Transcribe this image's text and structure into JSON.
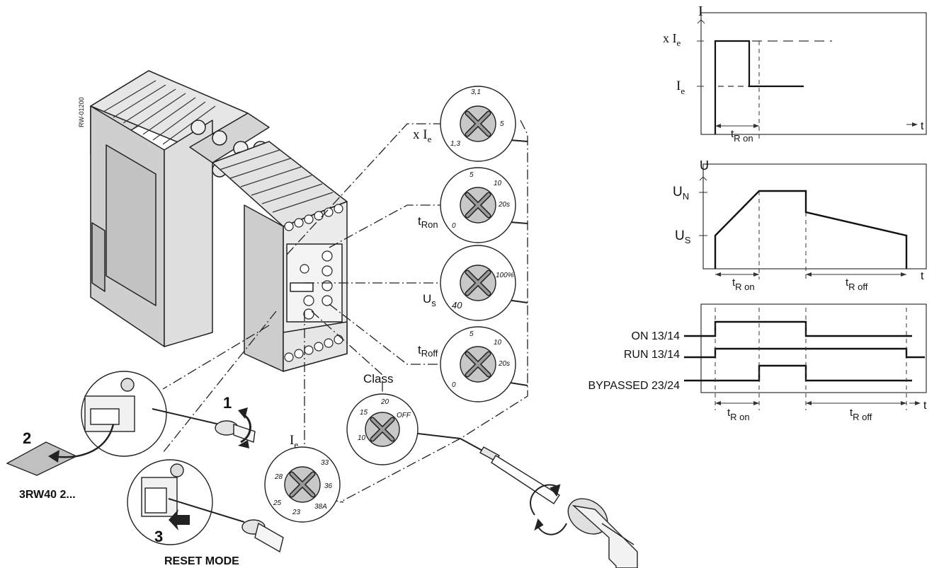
{
  "device": {
    "vertical_code": "RW-01200",
    "model": "3RW40 2...",
    "reset_label": "RESET MODE",
    "steps": [
      "1",
      "2",
      "3"
    ]
  },
  "dials": {
    "xie": {
      "label_main": "x I",
      "label_sub": "e",
      "ticks": [
        "3,1",
        "5",
        "1,3"
      ]
    },
    "tron": {
      "label_main": "t",
      "label_sub": "Ron",
      "ticks": [
        "5",
        "10",
        "20s",
        "0"
      ]
    },
    "us": {
      "label_main": "U",
      "label_sub": "s",
      "ticks": [
        "100%",
        "40"
      ]
    },
    "troff": {
      "label_main": "t",
      "label_sub": "Roff",
      "ticks": [
        "5",
        "10",
        "20s",
        "0"
      ]
    },
    "class": {
      "label": "Class",
      "ticks": [
        "20",
        "15",
        "OFF",
        "10"
      ]
    },
    "ie": {
      "label_main": "I",
      "label_sub": "e",
      "ticks": [
        "33",
        "28",
        "36",
        "25",
        "38A",
        "23"
      ]
    }
  },
  "charts": {
    "current": {
      "y_axis": "I",
      "x_axis": "t",
      "level_high_main": "x I",
      "level_high_sub": "e",
      "level_low_main": "I",
      "level_low_sub": "e",
      "interval_main": "t",
      "interval_sub": "R on"
    },
    "voltage": {
      "y_axis": "U",
      "x_axis": "t",
      "level_high_main": "U",
      "level_high_sub": "N",
      "level_low_main": "U",
      "level_low_sub": "S",
      "ramp_on_main": "t",
      "ramp_on_sub": "R on",
      "ramp_off_main": "t",
      "ramp_off_sub": "R off"
    },
    "contacts": {
      "x_axis": "t",
      "signals": [
        "ON 13/14",
        "RUN 13/14",
        "BYPASSED 23/24"
      ],
      "ramp_on_main": "t",
      "ramp_on_sub": "R on",
      "ramp_off_main": "t",
      "ramp_off_sub": "R off"
    }
  }
}
